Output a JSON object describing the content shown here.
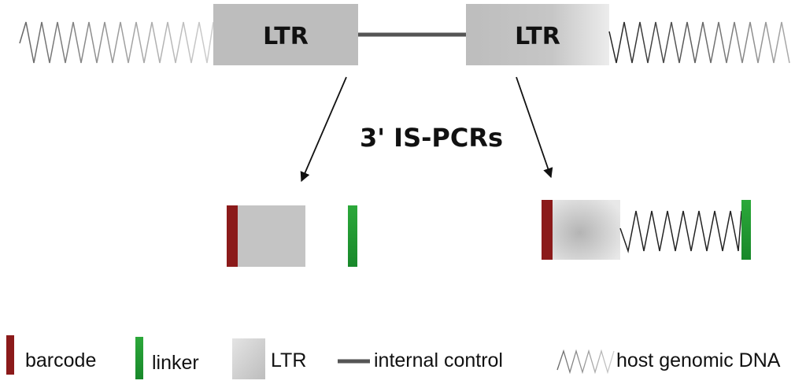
{
  "diagram": {
    "ltr_left_label": "LTR",
    "ltr_right_label": "LTR",
    "process_label": "3' IS-PCRs"
  },
  "legend": {
    "barcode": "barcode",
    "linker": "linker",
    "ltr": "LTR",
    "internal_control": "internal control",
    "host_dna": "host genomic DNA"
  },
  "colors": {
    "barcode": "#8b1a1a",
    "linker": "#1f8f2a",
    "ltr": "#c8c8c8",
    "internal_control": "#555555",
    "host_dna": "#222222"
  }
}
